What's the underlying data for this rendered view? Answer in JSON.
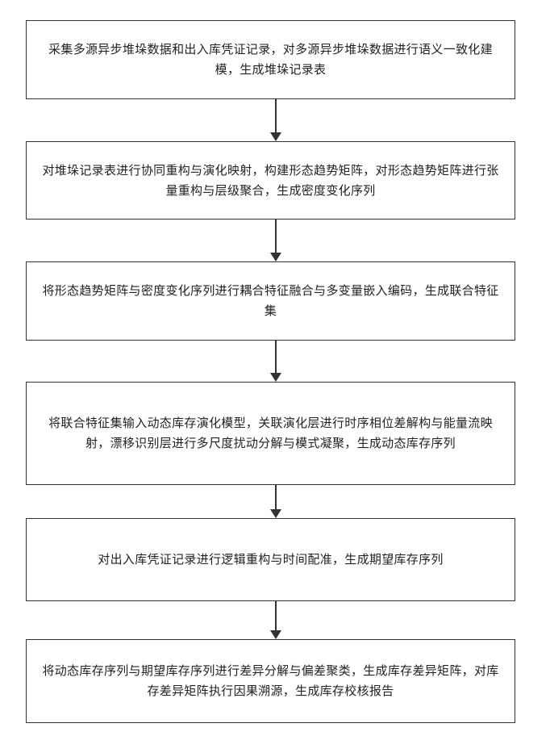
{
  "steps": [
    {
      "text": "采集多源异步堆垛数据和出入库凭证记录，对多源异步堆垛数据进行语义一致化建模，生成堆垛记录表"
    },
    {
      "text": "对堆垛记录表进行协同重构与演化映射，构建形态趋势矩阵，对形态趋势矩阵进行张量重构与层级聚合，生成密度变化序列"
    },
    {
      "text": "将形态趋势矩阵与密度变化序列进行耦合特征融合与多变量嵌入编码，生成联合特征集"
    },
    {
      "text": "将联合特征集输入动态库存演化模型，关联演化层进行时序相位差解构与能量流映射，漂移识别层进行多尺度扰动分解与模式凝聚，生成动态库存序列"
    },
    {
      "text": "对出入库凭证记录进行逻辑重构与时间配准，生成期望库存序列"
    },
    {
      "text": "将动态库存序列与期望库存序列进行差异分解与偏差聚类，生成库存差异矩阵，对库存差异矩阵执行因果溯源，生成库存校核报告"
    }
  ]
}
